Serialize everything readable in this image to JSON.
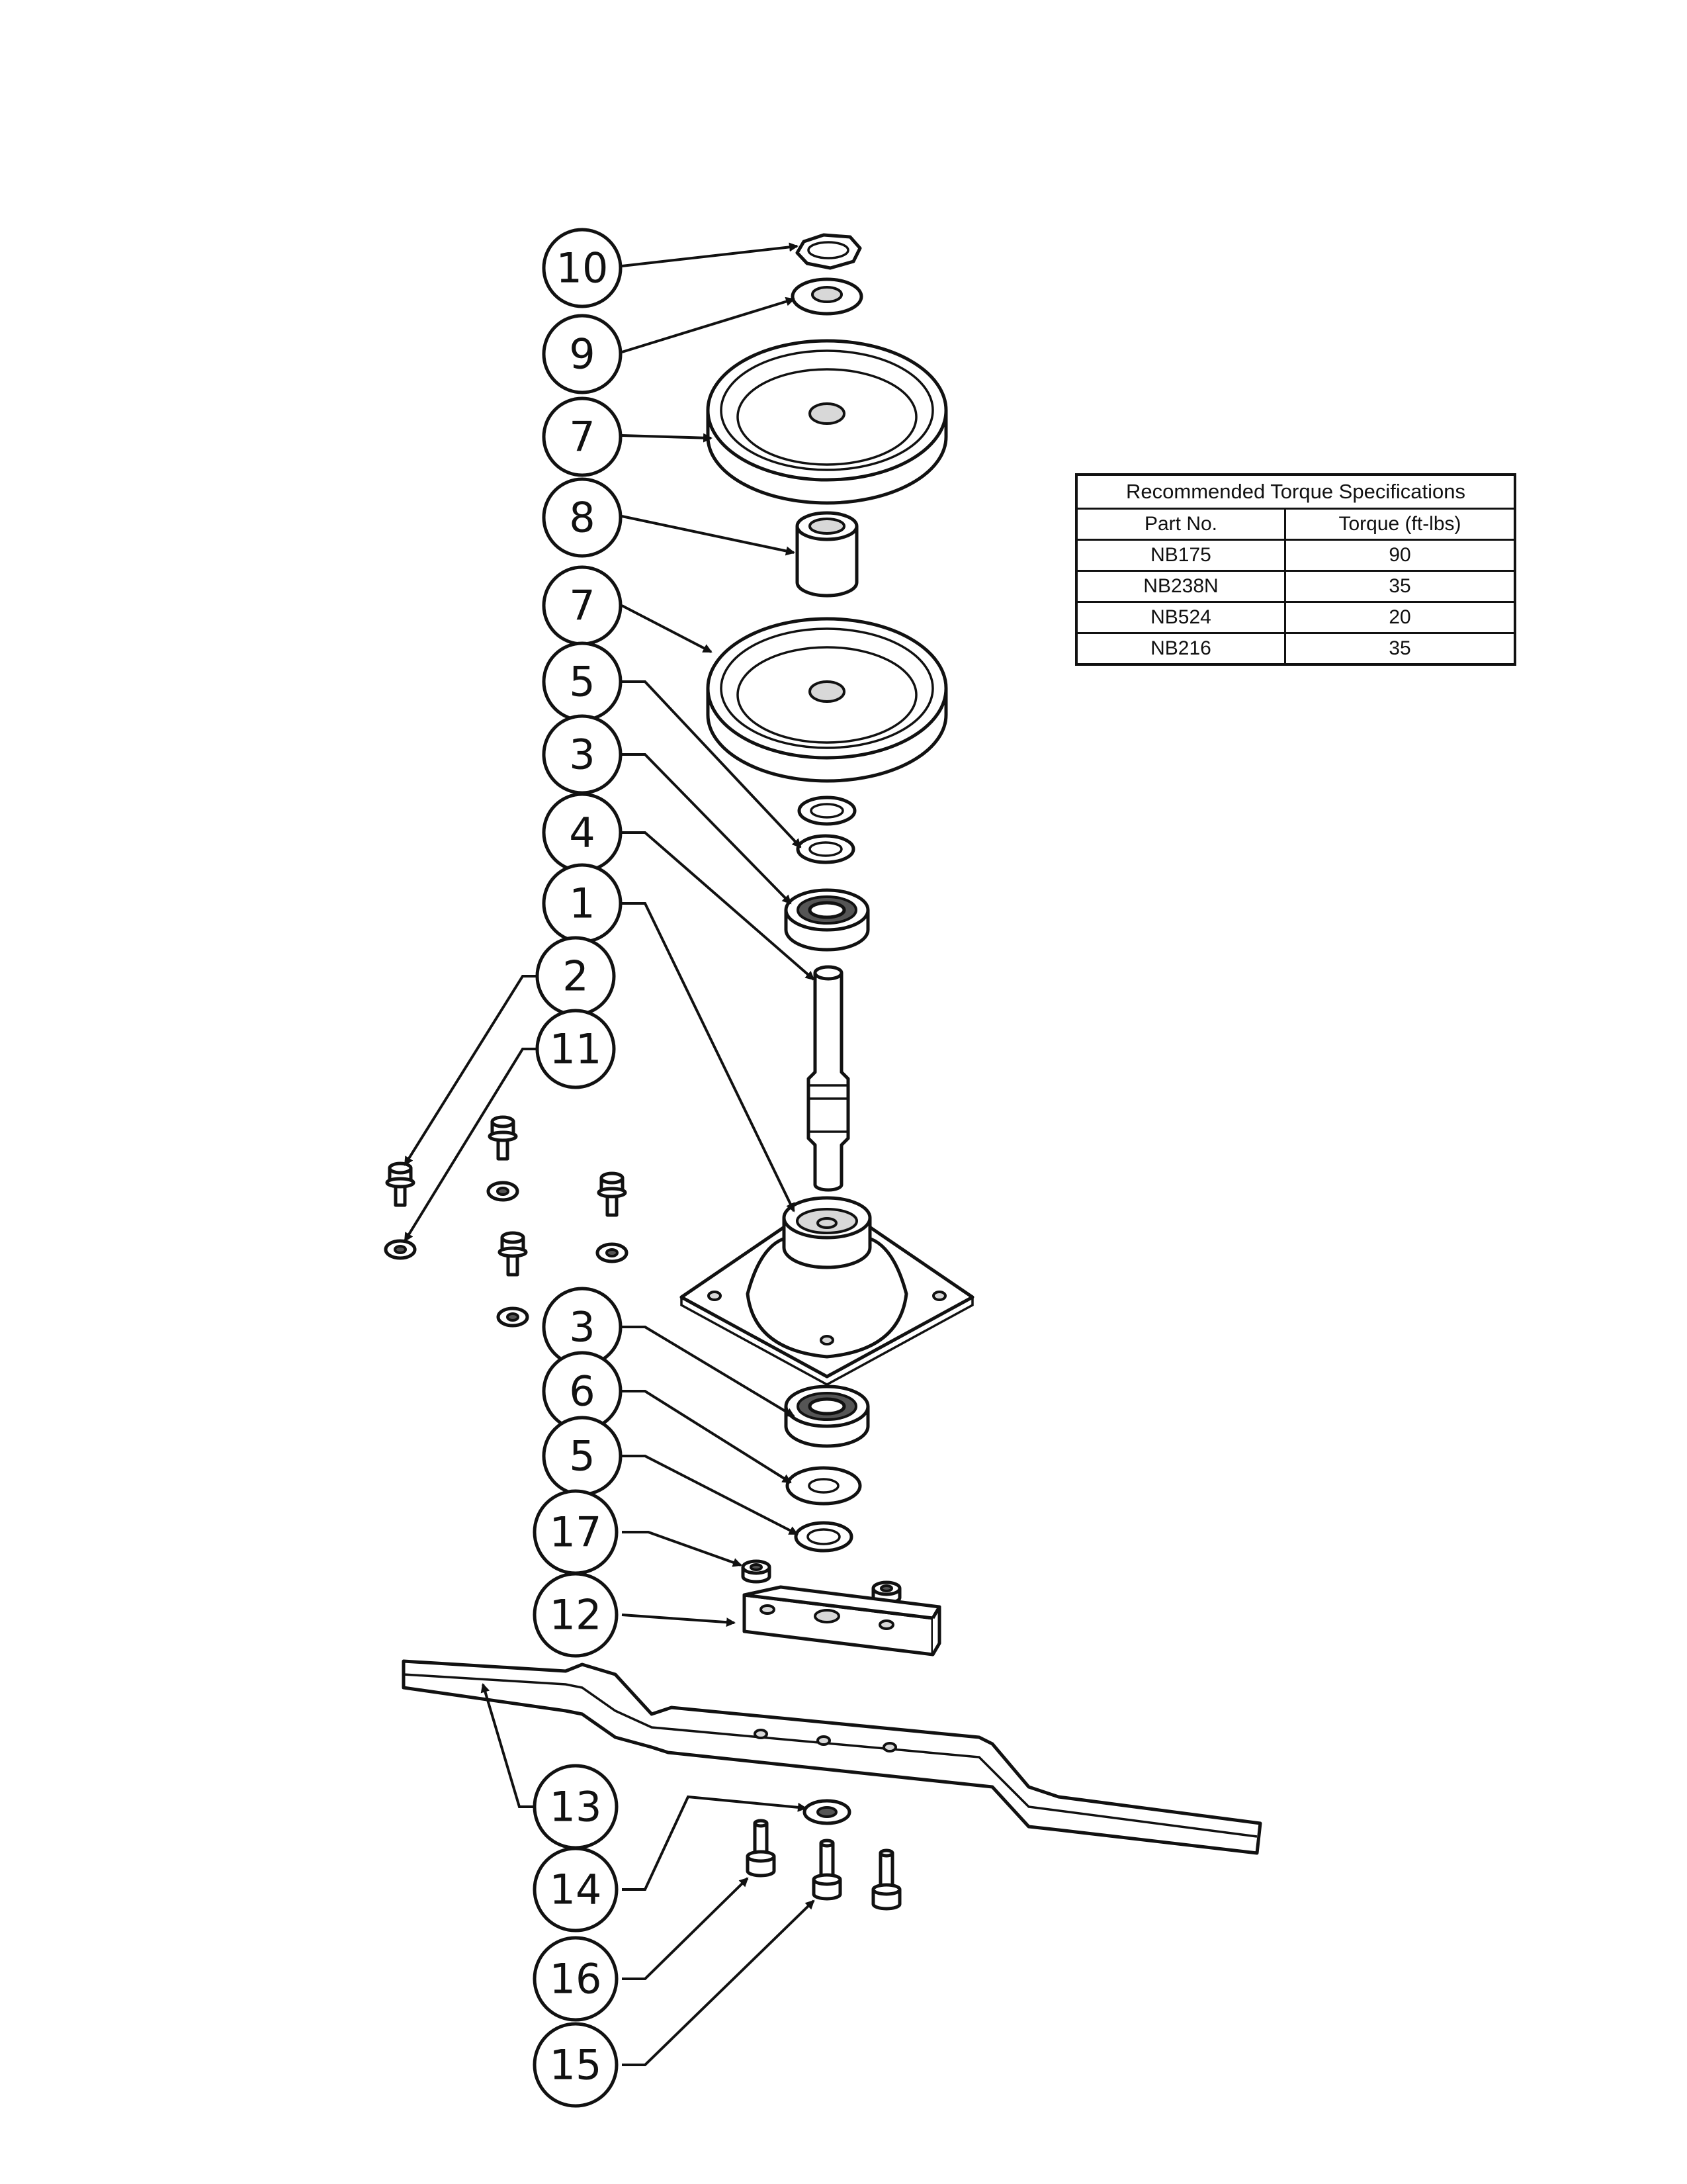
{
  "torque_table": {
    "title": "Recommended Torque Specifications",
    "headers": [
      "Part No.",
      "Torque (ft-lbs)"
    ],
    "rows": [
      {
        "part": "NB175",
        "torque": "90"
      },
      {
        "part": "NB238N",
        "torque": "35"
      },
      {
        "part": "NB524",
        "torque": "20"
      },
      {
        "part": "NB216",
        "torque": "35"
      }
    ]
  },
  "callouts": [
    "10",
    "9",
    "7",
    "8",
    "7",
    "5",
    "3",
    "4",
    "1",
    "2",
    "11",
    "3",
    "6",
    "5",
    "17",
    "12",
    "13",
    "14",
    "16",
    "15"
  ]
}
